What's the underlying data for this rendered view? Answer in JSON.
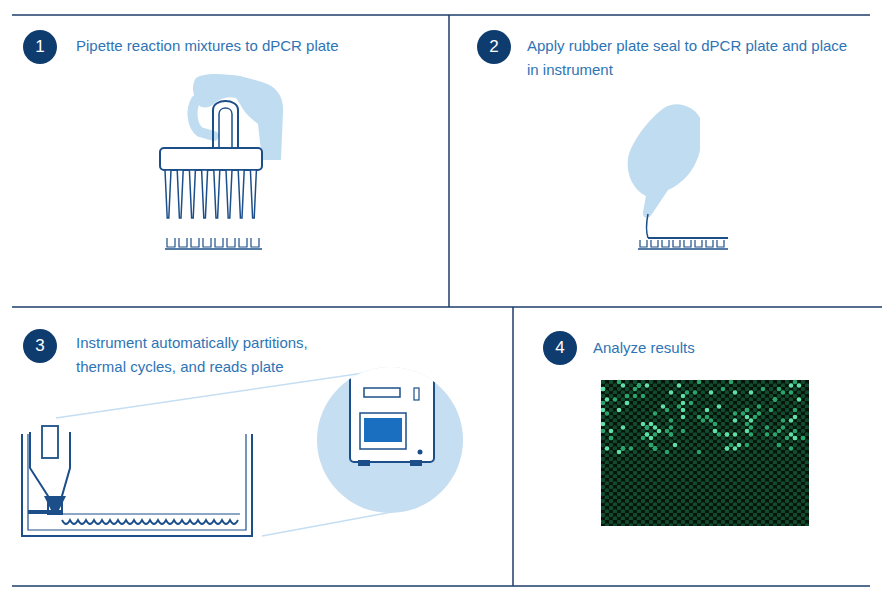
{
  "diagram": {
    "nodes": [
      {
        "text": [
          "1",
          "Pipette reaction mixtures to dPCR plate"
        ]
      },
      {
        "text": [
          "2",
          "Apply rubber plate seal to dPCR plate and place in instrument"
        ]
      },
      {
        "text": [
          "3",
          "Instrument automatically partitions, thermal cycles, and reads plate"
        ]
      },
      {
        "text": [
          "4",
          "Analyze results"
        ]
      }
    ]
  }
}
